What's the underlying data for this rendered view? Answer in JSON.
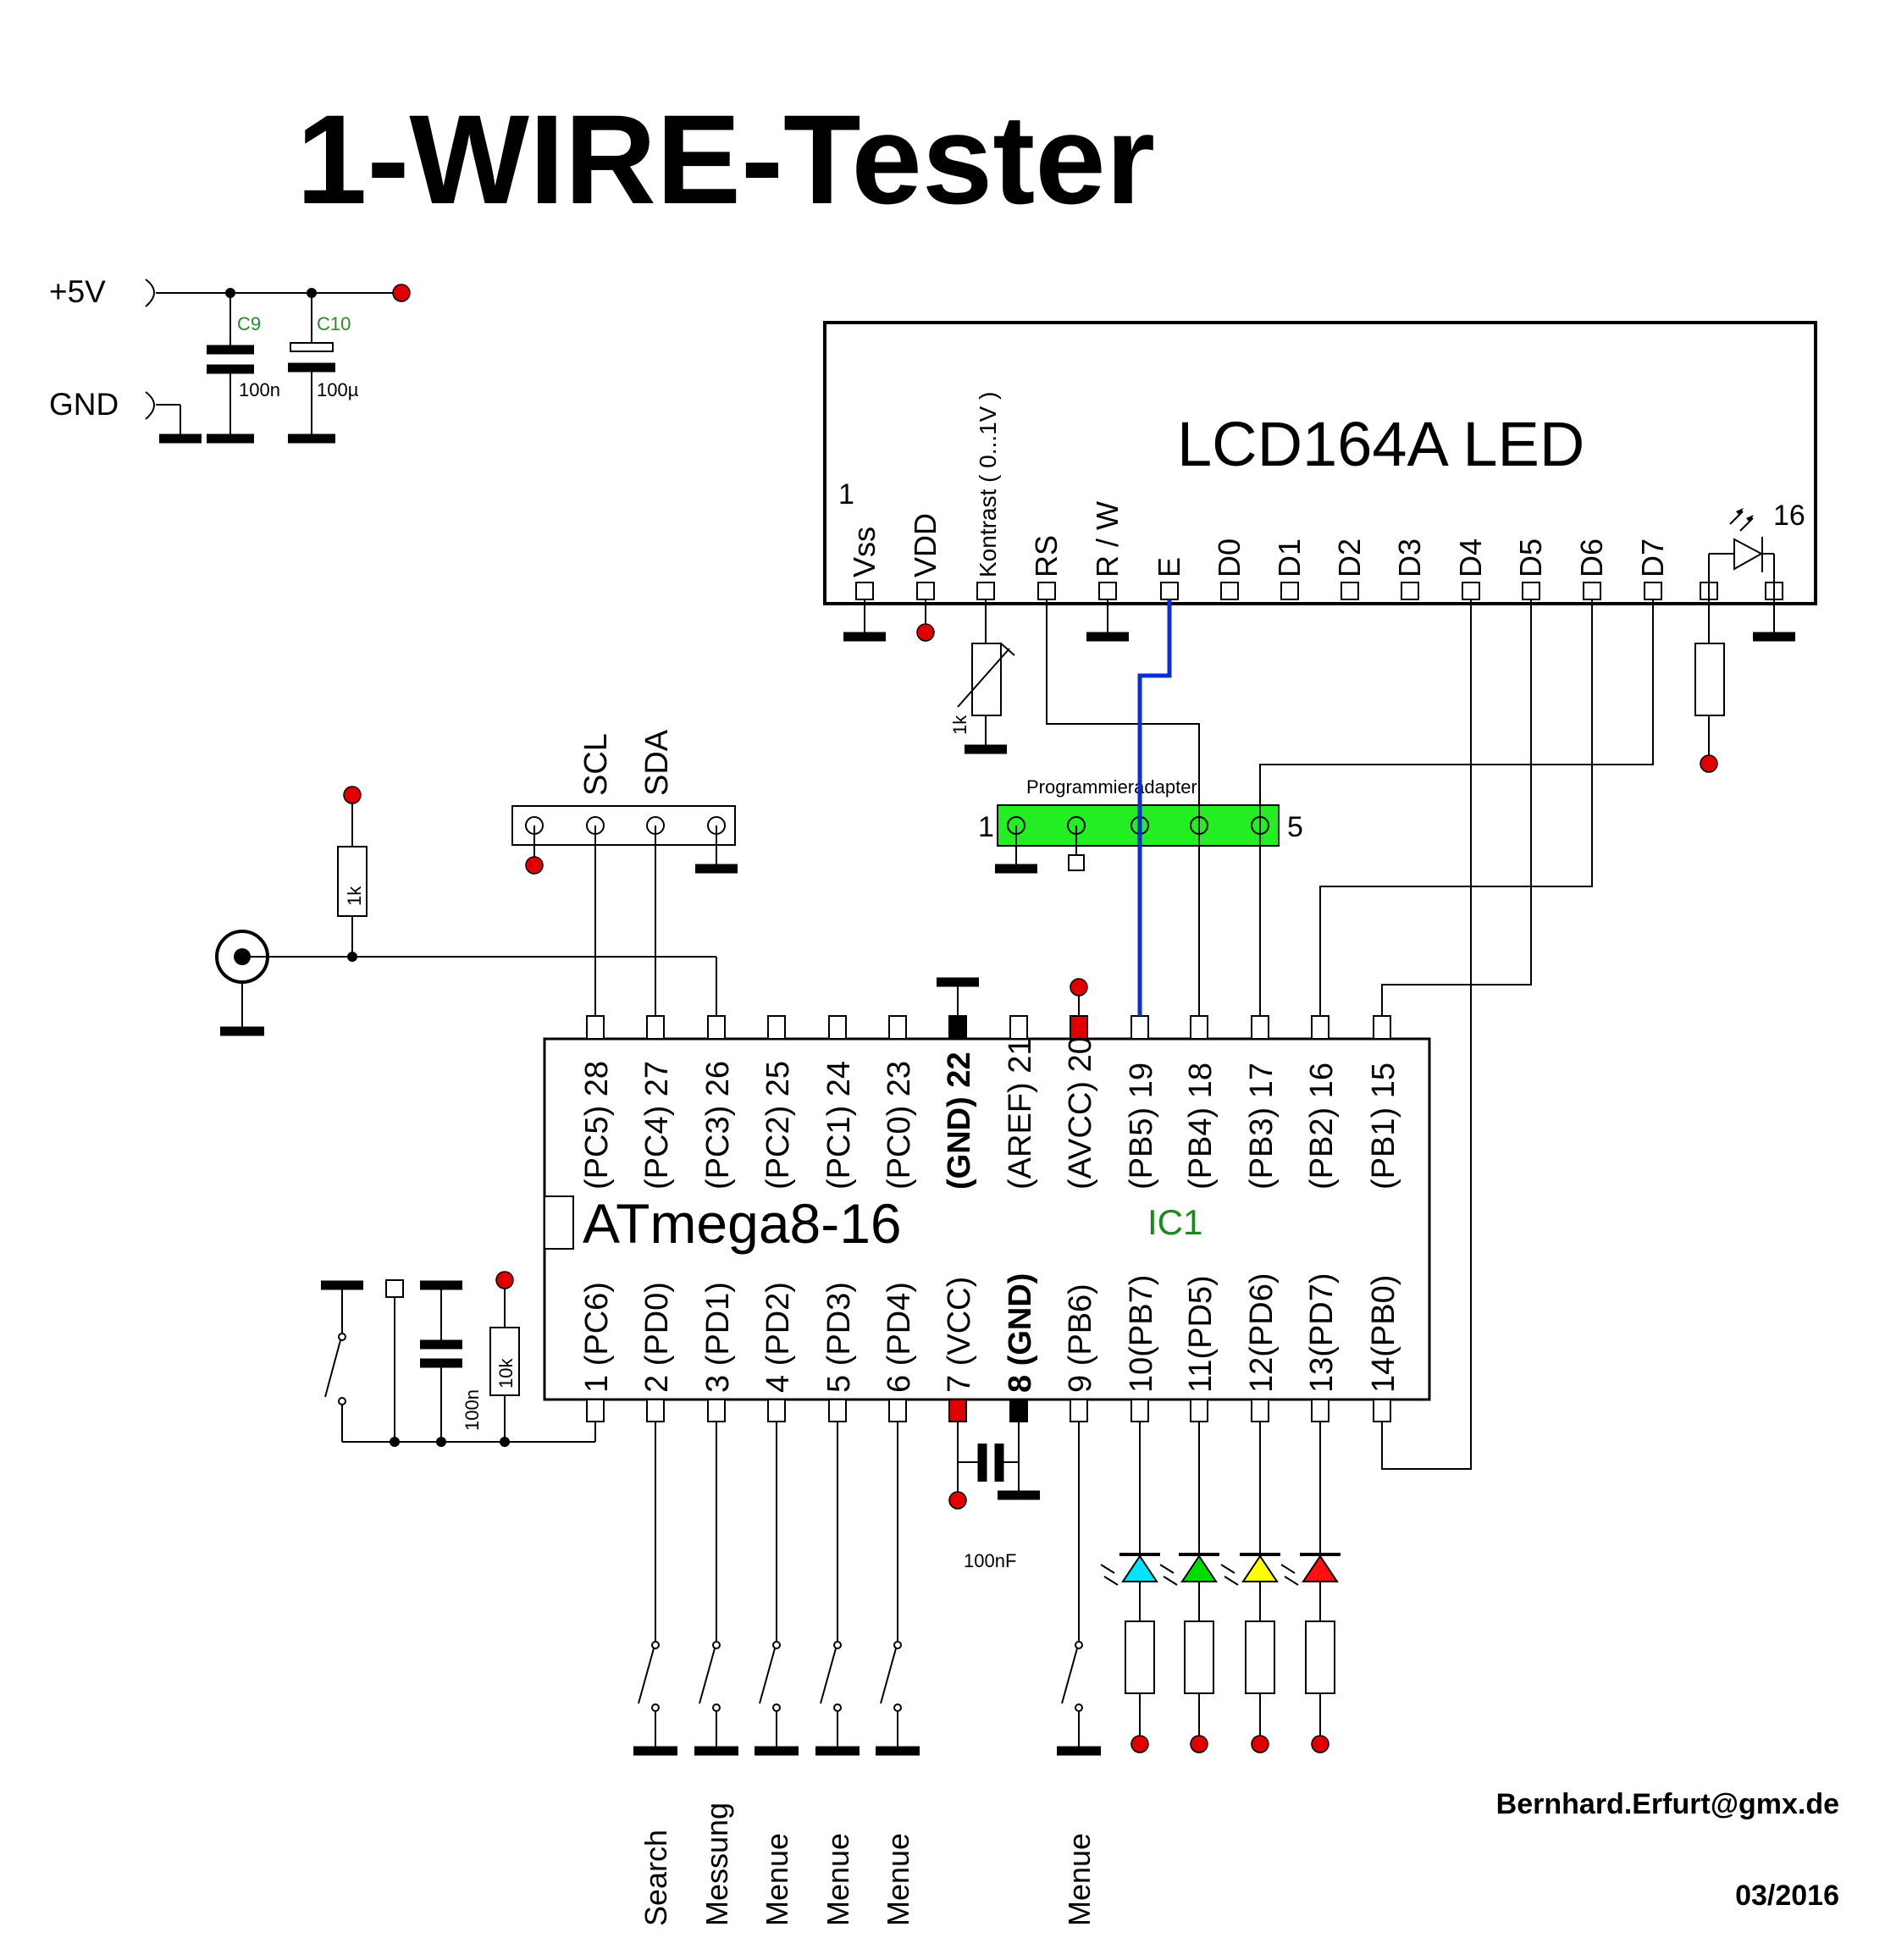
{
  "title": "1-WIRE-Tester",
  "power": {
    "vcc_label": "+5V",
    "gnd_label": "GND",
    "c9_name": "C9",
    "c9_value": "100n",
    "c10_name": "C10",
    "c10_value": "100µ"
  },
  "lcd": {
    "name": "LCD164A LED",
    "pin_first": "1",
    "pin_last": "16",
    "pins": [
      "Vss",
      "VDD",
      "Kontrast ( 0...1V )",
      "RS",
      "R / W",
      "E",
      "D0",
      "D1",
      "D2",
      "D3",
      "D4",
      "D5",
      "D6",
      "D7"
    ],
    "pot_value": "1k"
  },
  "i2c": {
    "scl": "SCL",
    "sda": "SDA"
  },
  "onewire_pullup": "1k",
  "prog": {
    "label": "Programmieradapter",
    "pin_first": "1",
    "pin_last": "5"
  },
  "ic": {
    "name": "ATmega8-16",
    "ref": "IC1",
    "top_pins": [
      "(PC5) 28",
      "(PC4) 27",
      "(PC3) 26",
      "(PC2) 25",
      "(PC1) 24",
      "(PC0) 23",
      "(GND) 22",
      "(AREF) 21",
      "(AVCC) 20",
      "(PB5) 19",
      "(PB4) 18",
      "(PB3) 17",
      "(PB2) 16",
      "(PB1) 15"
    ],
    "bottom_pins": [
      "1 (PC6)",
      "2 (PD0)",
      "3 (PD1)",
      "4 (PD2)",
      "5 (PD3)",
      "6 (PD4)",
      "7 (VCC)",
      "8 (GND)",
      "9 (PB6)",
      "10(PB7)",
      "11(PD5)",
      "12(PD6)",
      "13(PD7)",
      "14(PB0)"
    ]
  },
  "reset": {
    "cap": "100n",
    "res": "10k"
  },
  "decoupling_cap": "100nF",
  "buttons": [
    "Search",
    "Messung",
    "Menue",
    "Menue",
    "Menue",
    "Menue"
  ],
  "led_colors": [
    "#00e5ff",
    "#00dd00",
    "#ffff00",
    "#ff1010"
  ],
  "author": "Bernhard.Erfurt@gmx.de",
  "date": "03/2016"
}
